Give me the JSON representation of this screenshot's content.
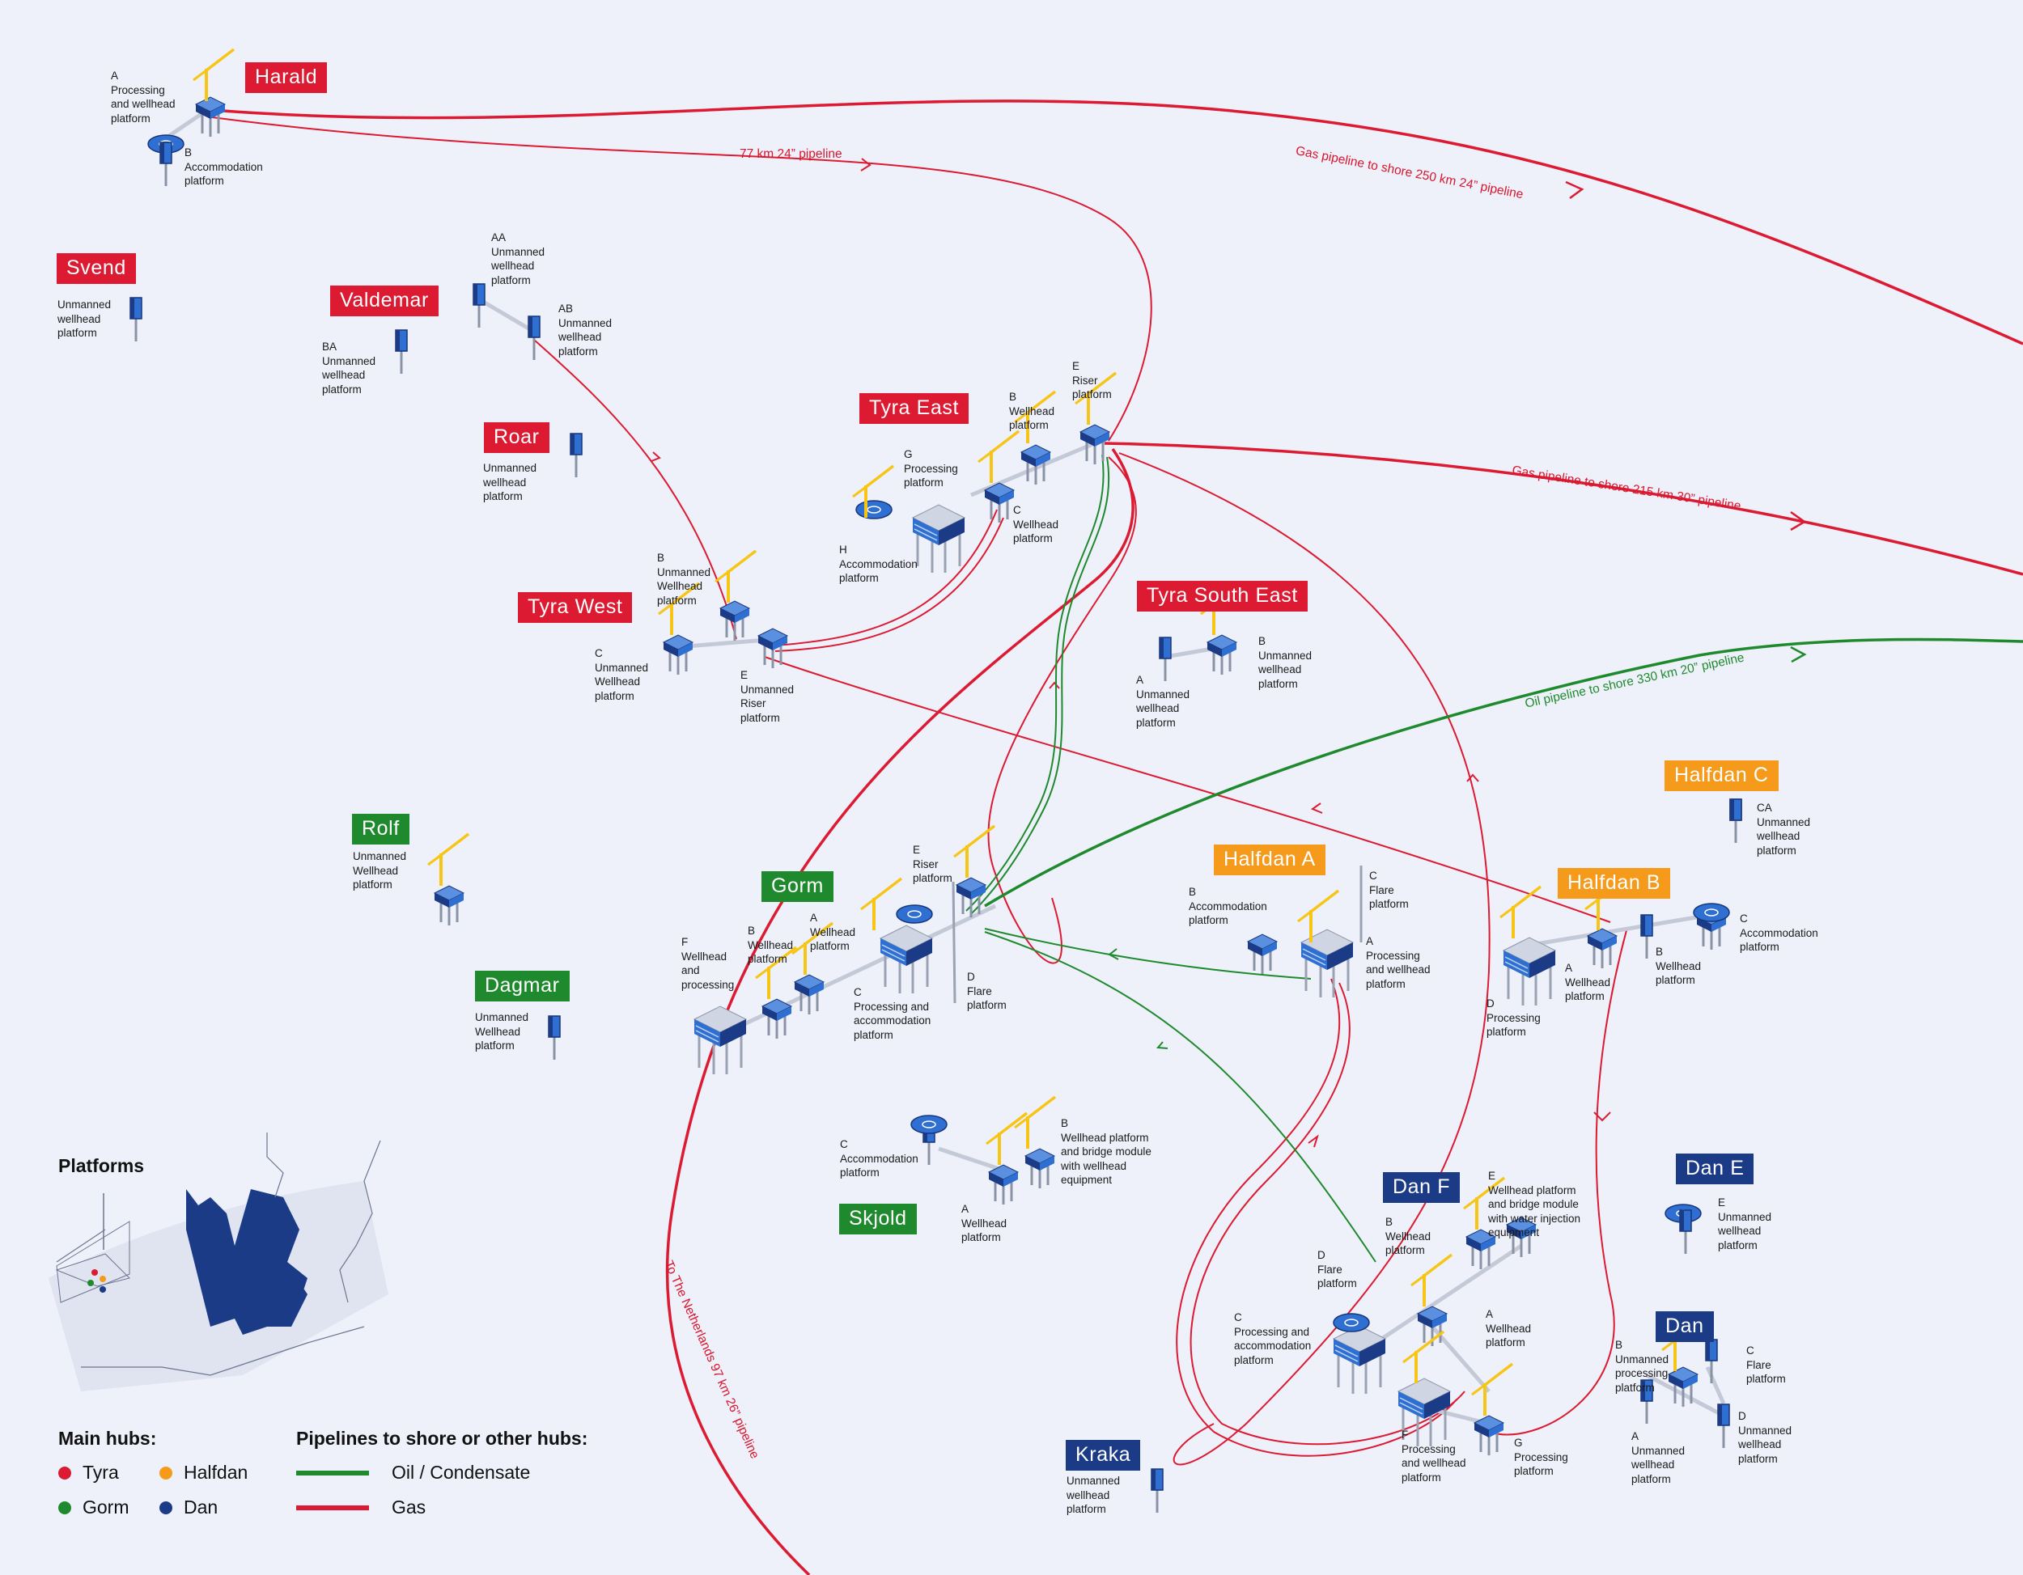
{
  "colors": {
    "tyra": "#dc1a32",
    "gorm": "#1f8a2d",
    "halfdan": "#f59a1b",
    "dan": "#1c3b87",
    "gas": "#dc1a32",
    "oil": "#1f8a2d",
    "background": "#eef1fa",
    "platform": "#2e6fd1",
    "crane": "#f6c516"
  },
  "hubs": {
    "harald": "Harald",
    "svend": "Svend",
    "valdemar": "Valdemar",
    "roar": "Roar",
    "tyra_east": "Tyra East",
    "tyra_west": "Tyra West",
    "tyra_south_east": "Tyra South East",
    "rolf": "Rolf",
    "dagmar": "Dagmar",
    "gorm": "Gorm",
    "halfdan_a": "Halfdan A",
    "halfdan_b": "Halfdan B",
    "halfdan_c": "Halfdan C",
    "skjold": "Skjold",
    "dan_f": "Dan F",
    "dan_e": "Dan E",
    "dan": "Dan",
    "kraka": "Kraka"
  },
  "labels": {
    "harald_a": "A\nProcessing\nand wellhead\nplatform",
    "harald_b": "B\nAccommodation\nplatform",
    "svend": "Unmanned\nwellhead\nplatform",
    "valdemar_aa": "AA\nUnmanned\nwellhead\nplatform",
    "valdemar_ab": "AB\nUnmanned\nwellhead\nplatform",
    "valdemar_ba": "BA\nUnmanned\nwellhead\nplatform",
    "roar": "Unmanned\nwellhead\nplatform",
    "te_e": "E\nRiser\nplatform",
    "te_b": "B\nWellhead\nplatform",
    "te_g": "G\nProcessing\nplatform",
    "te_c": "C\nWellhead\nplatform",
    "te_h": "H\nAccommodation\nplatform",
    "tw_b": "B\nUnmanned\nWellhead\nplatform",
    "tw_c": "C\nUnmanned\nWellhead\nplatform",
    "tw_e": "E\nUnmanned\nRiser\nplatform",
    "tse_a": "A\nUnmanned\nwellhead\nplatform",
    "tse_b": "B\nUnmanned\nwellhead\nplatform",
    "rolf": "Unmanned\nWellhead\nplatform",
    "dagmar": "Unmanned\nWellhead\nplatform",
    "gorm_e": "E\nRiser\nplatform",
    "gorm_a": "A\nWellhead\nplatform",
    "gorm_b": "B\nWellhead\nplatform",
    "gorm_f": "F\nWellhead\nand\nprocessing",
    "gorm_c": "C\nProcessing and\naccommodation\nplatform",
    "gorm_d": "D\nFlare\nplatform",
    "ha_b": "B\nAccommodation\nplatform",
    "ha_c": "C\nFlare\nplatform",
    "ha_a": "A\nProcessing\nand wellhead\nplatform",
    "hc_ca": "CA\nUnmanned\nwellhead\nplatform",
    "hb_c": "C\nAccommodation\nplatform",
    "hb_a": "A\nWellhead\nplatform",
    "hb_b": "B\nWellhead\nplatform",
    "hb_d": "D\nProcessing\nplatform",
    "sk_c": "C\nAccommodation\nplatform",
    "sk_b": "B\nWellhead platform\nand bridge module\nwith wellhead\nequipment",
    "sk_a": "A\nWellhead\nplatform",
    "df_e": "E\nWellhead platform\nand bridge module\nwith water injection\nequipment",
    "df_b": "B\nWellhead\nplatform",
    "df_d": "D\nFlare\nplatform",
    "df_c": "C\nProcessing and\naccommodation\nplatform",
    "df_a": "A\nWellhead\nplatform",
    "df_f": "F\nProcessing\nand wellhead\nplatform",
    "df_g": "G\nProcessing\nplatform",
    "de_e": "E\nUnmanned\nwellhead\nplatform",
    "dan_b": "B\nUnmanned\nprocessing\nplatform",
    "dan_c": "C\nFlare\nplatform",
    "dan_a": "A\nUnmanned\nwellhead\nplatform",
    "dan_d": "D\nUnmanned\nwellhead\nplatform",
    "kraka": "Unmanned\nwellhead\nplatform"
  },
  "pipelines": {
    "harald_shore": "Gas pipeline to shore 250 km 24” pipeline",
    "harald_tyra": "77 km 24” pipeline",
    "tyra_shore": "Gas pipeline to shore 215 km 30” pipeline",
    "oil_shore": "Oil pipeline to shore 330 km 20” pipeline",
    "netherlands": "To The Netherlands 97 km 26” pipeline"
  },
  "legend": {
    "platforms_title": "Platforms",
    "main_hubs_title": "Main hubs:",
    "hub_items": [
      "Tyra",
      "Halfdan",
      "Gorm",
      "Dan"
    ],
    "pipelines_title": "Pipelines to shore or other hubs:",
    "pipeline_items": [
      "Oil / Condensate",
      "Gas"
    ]
  }
}
